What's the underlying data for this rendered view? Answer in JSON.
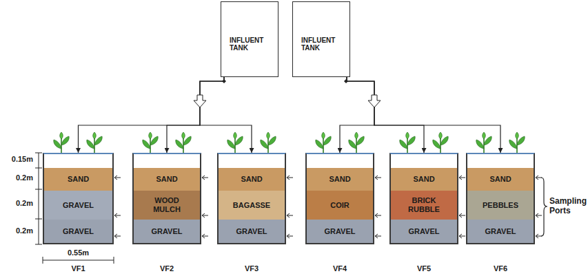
{
  "diagram": {
    "nodes": [
      {
        "text": [
          "INFLUENT TANK"
        ]
      },
      {
        "text": [
          "INFLUENT TANK"
        ]
      },
      {
        "text": [
          "VF1"
        ]
      },
      {
        "text": [
          "SAND"
        ],
        "in": 2
      },
      {
        "text": [
          "GRAVEL"
        ],
        "in": 2
      },
      {
        "text": [
          "GRAVEL"
        ],
        "in": 2
      },
      {
        "text": [
          "VF2"
        ]
      },
      {
        "text": [
          "SAND"
        ],
        "in": 6
      },
      {
        "text": [
          "WOOD MULCH"
        ],
        "in": 6
      },
      {
        "text": [
          "GRAVEL"
        ],
        "in": 6
      },
      {
        "text": [
          "VF3"
        ]
      },
      {
        "text": [
          "SAND"
        ],
        "in": 10
      },
      {
        "text": [
          "BAGASSE"
        ],
        "in": 10
      },
      {
        "text": [
          "GRAVEL"
        ],
        "in": 10
      },
      {
        "text": [
          "VF4"
        ]
      },
      {
        "text": [
          "SAND"
        ],
        "in": 14
      },
      {
        "text": [
          "COIR"
        ],
        "in": 14
      },
      {
        "text": [
          "GRAVEL"
        ],
        "in": 14
      },
      {
        "text": [
          "VF5"
        ]
      },
      {
        "text": [
          "SAND"
        ],
        "in": 18
      },
      {
        "text": [
          "BRICK RUBBLE"
        ],
        "in": 18
      },
      {
        "text": [
          "GRAVEL"
        ],
        "in": 18
      },
      {
        "text": [
          "VF6"
        ]
      },
      {
        "text": [
          "SAND"
        ],
        "in": 22
      },
      {
        "text": [
          "PEBBLES"
        ],
        "in": 22
      },
      {
        "text": [
          "GRAVEL"
        ],
        "in": 22
      }
    ],
    "edges": [
      {
        "from": 0,
        "to": 2,
        "arrow": "to"
      },
      {
        "from": 0,
        "to": 6,
        "arrow": "to"
      },
      {
        "from": 0,
        "to": 10,
        "arrow": "to"
      },
      {
        "from": 1,
        "to": 14,
        "arrow": "to"
      },
      {
        "from": 1,
        "to": 18,
        "arrow": "to"
      },
      {
        "from": 1,
        "to": 22,
        "arrow": "to"
      }
    ],
    "labels": [
      "0.15m",
      "0.2m",
      "0.2m",
      "0.2m",
      "0.55m",
      "Sampling Ports"
    ]
  }
}
